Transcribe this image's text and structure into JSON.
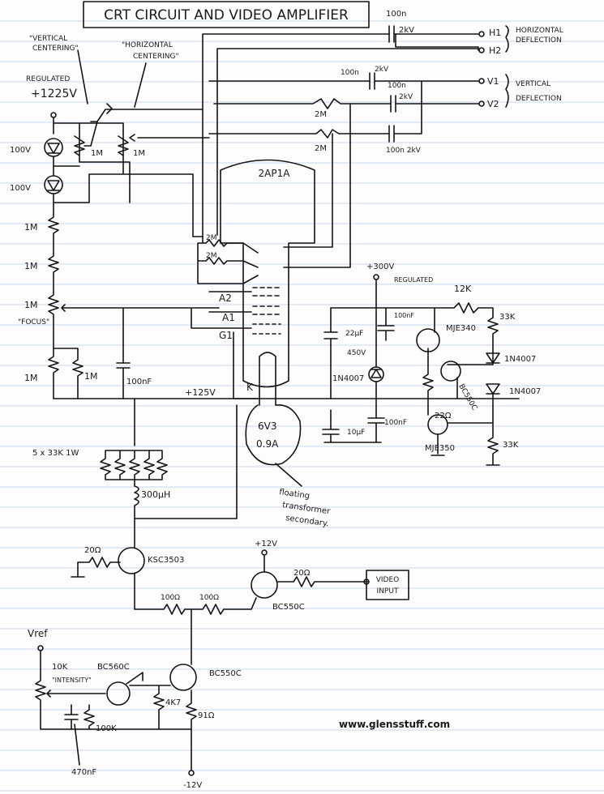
{
  "title": "CRT CIRCUIT AND VIDEO AMPLIFIER",
  "website": "www.glensstuff.com",
  "tube": {
    "type": "2AP1A",
    "pins": {
      "a2": "A2",
      "a1": "A1",
      "g1": "G1",
      "k": "K"
    }
  },
  "heater": {
    "voltage": "6V3",
    "current": "0.9A",
    "note": [
      "floating",
      "transformer",
      "secondary."
    ]
  },
  "deflection": {
    "horizontal": {
      "label_lines": [
        "HORIZONTAL",
        "DEFLECTION"
      ],
      "terminals": [
        "H1",
        "H2"
      ],
      "capacitor": "100n",
      "cap_voltage": "2kV"
    },
    "vertical": {
      "label_lines": [
        "VERTICAL",
        "DEFLECTION"
      ],
      "terminals": [
        "V1",
        "V2"
      ]
    },
    "cap_labels": [
      "100n",
      "2kV",
      "100n",
      "2kV",
      "100n 2kV"
    ],
    "resistors": [
      "2M",
      "2M"
    ]
  },
  "centering": {
    "vertical_label": [
      "\"VERTICAL",
      "CENTERING\""
    ],
    "horizontal_label": [
      "\"HORIZONTAL",
      "CENTERING\""
    ],
    "pots": [
      "1M",
      "1M"
    ]
  },
  "supply": {
    "regulated_label": "REGULATED",
    "hv": "+1225V",
    "zeners": [
      "100V",
      "100V"
    ],
    "divider": [
      "1M",
      "1M",
      "1M"
    ],
    "focus_label": "\"FOCUS\"",
    "bottom_resistors": [
      "1M",
      "1M"
    ],
    "cap": "100nF",
    "rail": "+125V"
  },
  "grid_resistors": [
    "2M",
    "2M"
  ],
  "regulator": {
    "input": "+300V",
    "input_note": "REGULATED",
    "resistor_top": "12K",
    "resistor_right": "33K",
    "resistor_bottom": "33K",
    "emitter_res": "22Ω",
    "caps_left": [
      "22µF",
      "450V",
      "100nF"
    ],
    "zener": "1N4007",
    "cap_bottom": [
      "10µF",
      "100nF"
    ],
    "diodes": [
      "1N4007",
      "1N4007"
    ],
    "transistors": [
      "MJE340",
      "BC550C",
      "MJE350"
    ]
  },
  "video": {
    "load_resistors": "5 x 33K 1W",
    "inductor": "300µH",
    "base_res": "20Ω",
    "output_transistor": "KSC3503",
    "supply": "+12V",
    "input_res": "20Ω",
    "input_label": [
      "VIDEO",
      "INPUT"
    ],
    "buffer_transistor": "BC550C",
    "series_res": [
      "100Ω",
      "100Ω"
    ]
  },
  "intensity": {
    "vref": "Vref",
    "pot": "10K",
    "pot_label": "\"INTENSITY\"",
    "transistors": [
      "BC560C",
      "BC550C"
    ],
    "resistors": [
      "4K7",
      "91Ω",
      "100K"
    ],
    "cap": "470nF",
    "negative_supply": "-12V"
  }
}
